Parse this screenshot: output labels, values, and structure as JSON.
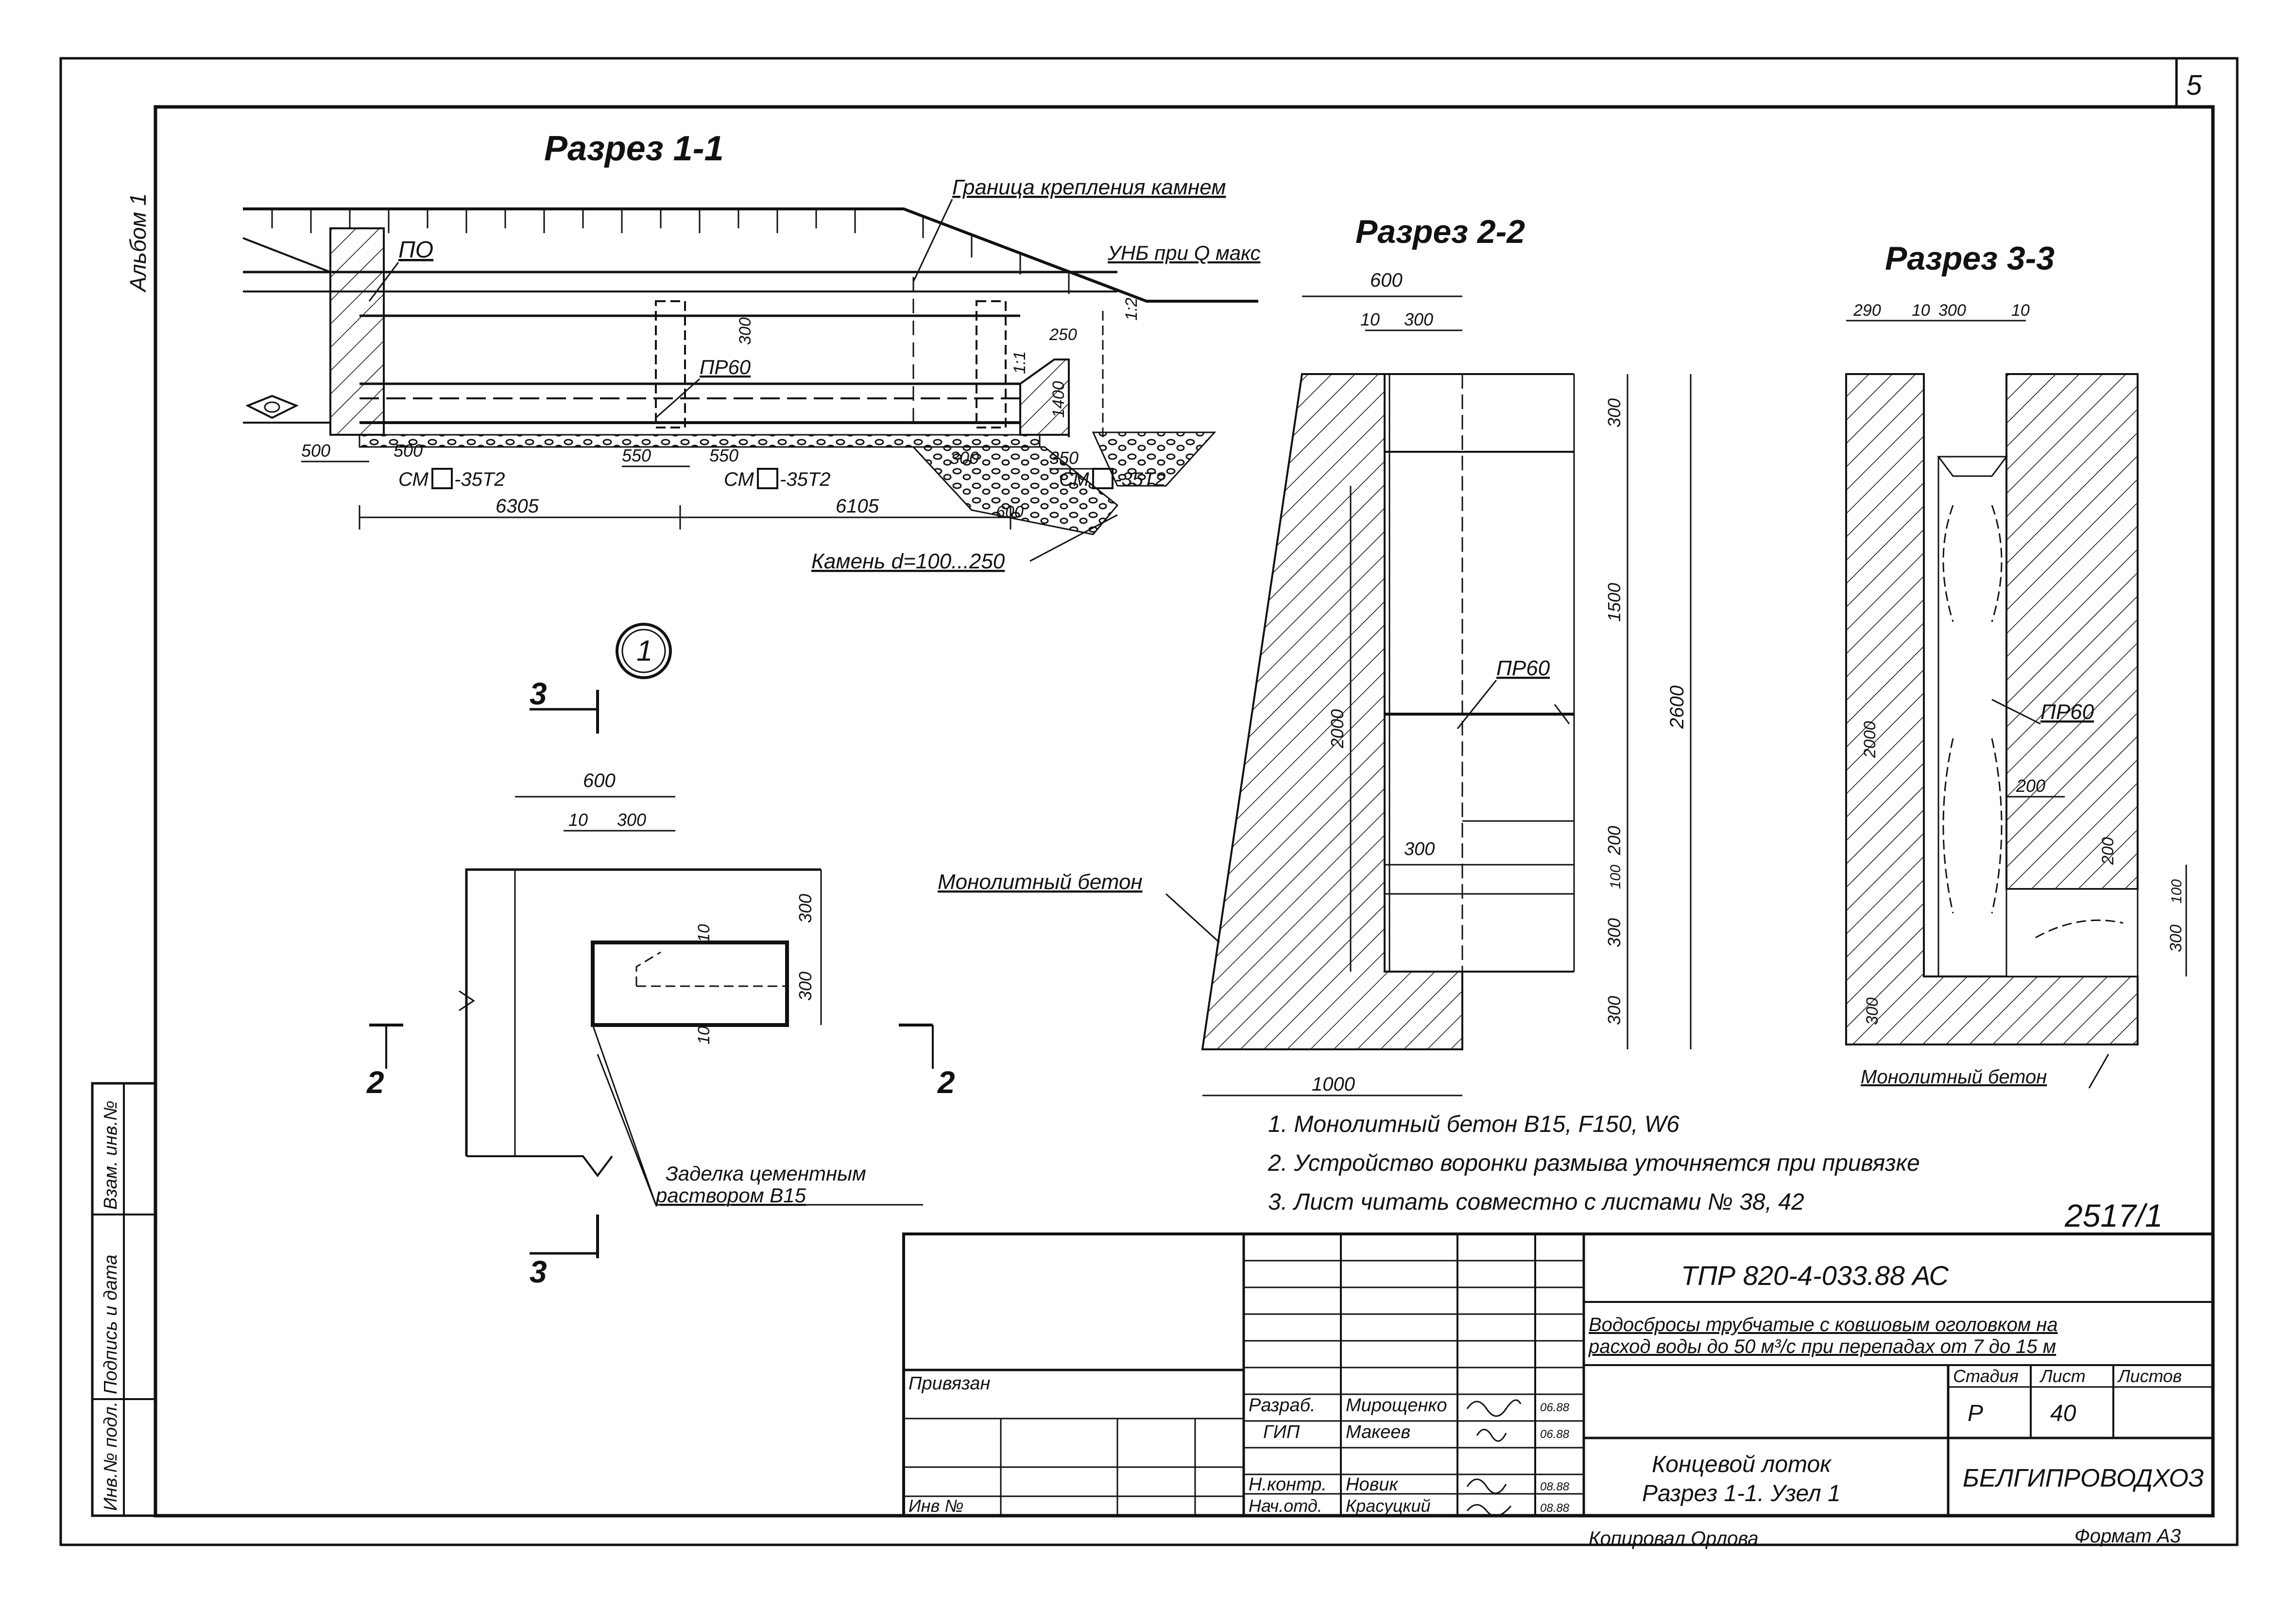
{
  "sheet_corner": "5",
  "album": "Альбом 1",
  "stamp_side": {
    "inv_podl": "Инв.№ подл.",
    "podpis_data": "Подпись и дата",
    "vzam": "Взам. инв.№"
  },
  "section_1_1": {
    "title": "Разрез 1-1",
    "labels": {
      "boundary": "Граница крепления камнем",
      "unb": "УНБ при Q макс",
      "po": "ПО",
      "pr60": "ПР60",
      "slope_1_2": "1:2",
      "slope_1_1": "1:1",
      "stone": "Камень d=100...250"
    },
    "dims": {
      "d300": "300",
      "d250": "250",
      "d1400": "1400",
      "d500a": "500",
      "d500b": "500",
      "d550a": "550",
      "d550b": "550",
      "d300b": "300",
      "d350": "350",
      "d6305": "6305",
      "d6105": "6105",
      "d600": "600"
    },
    "sm_labels": [
      "СМ",
      "-35Т2"
    ]
  },
  "node_1": {
    "marker": "1",
    "cut3_top": "3",
    "cut3_bottom": "3",
    "cut2_left": "2",
    "cut2_right": "2",
    "dims": {
      "d600": "600",
      "d10": "10",
      "d300": "300",
      "v300a": "300",
      "v300b": "300",
      "v10a": "10",
      "v10b": "10"
    },
    "note_line1": "Заделка цементным",
    "note_line2": "раствором В15"
  },
  "section_2_2": {
    "title": "Разрез 2-2",
    "dims": {
      "d600": "600",
      "d10": "10",
      "d300": "300",
      "v300a": "300",
      "v1500": "1500",
      "v2600": "2600",
      "v2000": "2000",
      "v200": "200",
      "v100": "100",
      "v300b": "300",
      "v300c": "300",
      "h300": "300",
      "d1000": "1000"
    },
    "pr60": "ПР60",
    "monolith": "Монолитный бетон"
  },
  "section_3_3": {
    "title": "Разрез 3-3",
    "dims": {
      "d290": "290",
      "d10a": "10",
      "d300": "300",
      "d10b": "10",
      "v2000": "2000",
      "h200": "200",
      "v200": "200",
      "v100": "100",
      "v300": "300",
      "v300b": "300"
    },
    "pr60": "ПР60",
    "monolith": "Монолитный бетон"
  },
  "notes": [
    "1. Монолитный бетон В15, F150, W6",
    "2. Устройство воронки размыва уточняется при привязке",
    "3. Лист читать совместно с листами № 38, 42"
  ],
  "title_block": {
    "sheet_num_top": "2517/1",
    "code": "ТПР 820-4-033.88   АС",
    "description_line1": "Водосбросы трубчатые с ковшовым оголовком на",
    "description_line2": "расход воды до 50 м³/с при перепадах от 7 до 15 м",
    "privyazan": "Привязан",
    "inv": "Инв №",
    "stage_header": "Стадия",
    "sheet_header": "Лист",
    "sheets_header": "Листов",
    "stage": "Р",
    "sheet": "40",
    "sheets": "",
    "rows": [
      {
        "role": "Разраб.",
        "name": "Мирощенко",
        "date": "06.88"
      },
      {
        "role": "ГИП",
        "name": "Макеев",
        "date": "06.88"
      },
      {
        "role": "Н.контр.",
        "name": "Новик",
        "date": "08.88"
      },
      {
        "role": "Нач.отд.",
        "name": "Красуцкий",
        "date": "08.88"
      }
    ],
    "drawing_title_line1": "Концевой лоток",
    "drawing_title_line2": "Разрез 1-1. Узел 1",
    "organization": "БЕЛГИПРОВОДХОЗ",
    "copied": "Копировал  Орлова",
    "format": "Формат А3"
  }
}
